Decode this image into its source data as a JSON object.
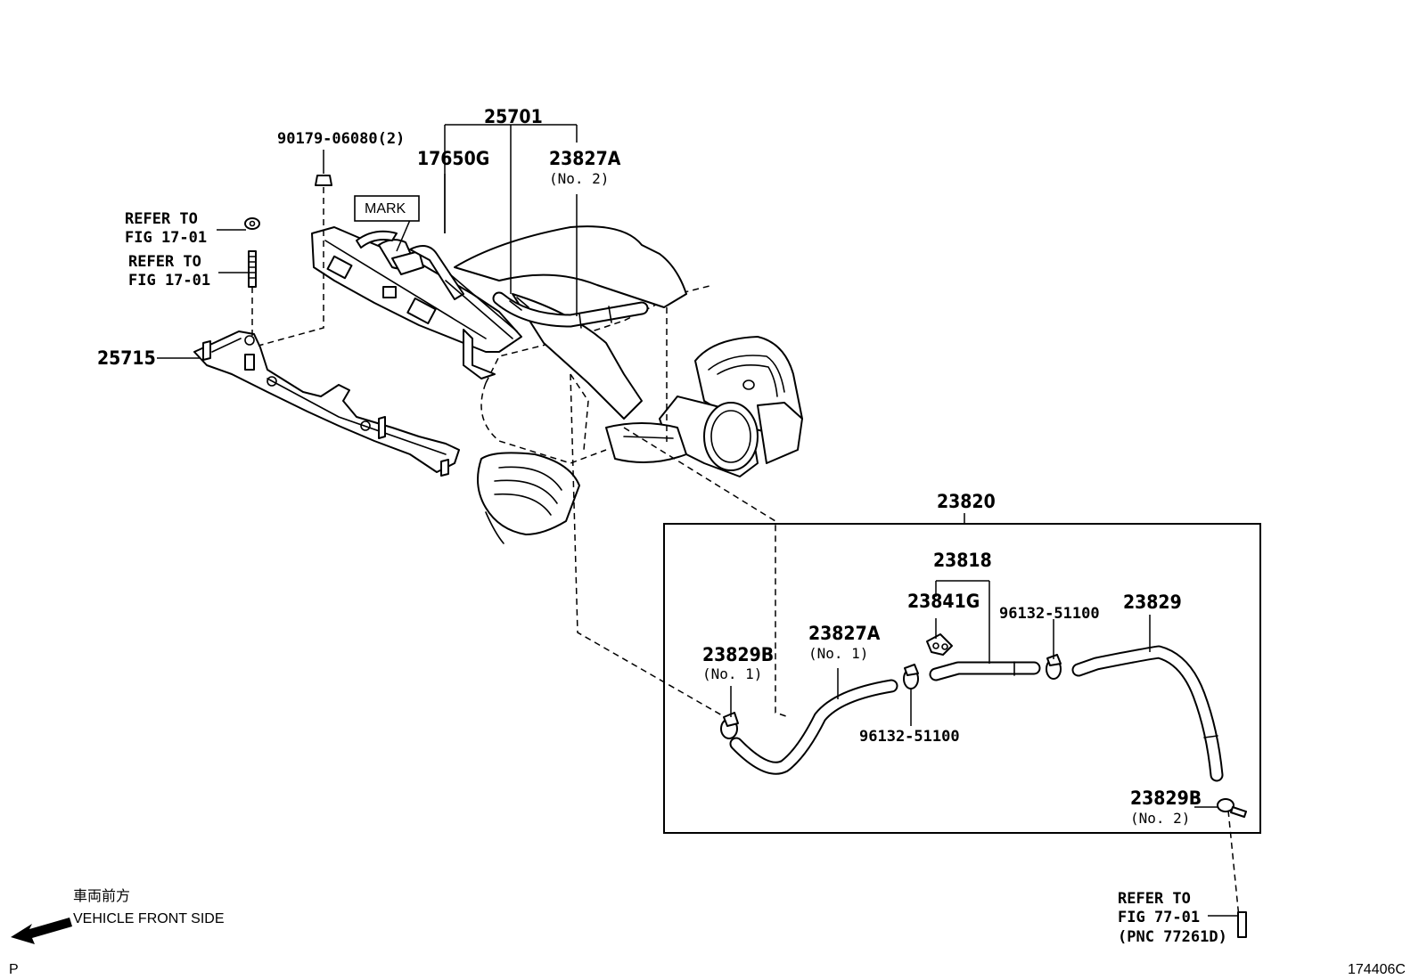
{
  "labels": {
    "p25701": "25701",
    "p90179": "90179-06080(2)",
    "p17650": "17650G",
    "p23827a_top": "23827A",
    "p23827a_top_sub": "(No. 2)",
    "mark": "MARK",
    "refer1_a": "REFER TO",
    "refer1_b": "FIG 17-01",
    "refer2_a": "REFER TO",
    "refer2_b": "FIG 17-01",
    "p25715": "25715",
    "p23820": "23820",
    "p23818": "23818",
    "p23841": "23841G",
    "p96132_top": "96132-51100",
    "p23829": "23829",
    "p23827a_low": "23827A",
    "p23827a_low_sub": "(No. 1)",
    "p23829b_left": "23829B",
    "p23829b_left_sub": "(No. 1)",
    "p96132_low": "96132-51100",
    "p23829b_right": "23829B",
    "p23829b_right_sub": "(No. 2)",
    "refer3_a": "REFER TO",
    "refer3_b": "FIG 77-01",
    "refer3_c": "(PNC 77261D)",
    "front_jp": "車両前方",
    "front_en": "VEHICLE FRONT SIDE",
    "corner_p": "P",
    "fig_code": "174406C"
  },
  "icons": {
    "front_arrow": "front-direction-arrow-icon"
  },
  "colors": {
    "ink": "#000000",
    "paper": "#ffffff"
  }
}
